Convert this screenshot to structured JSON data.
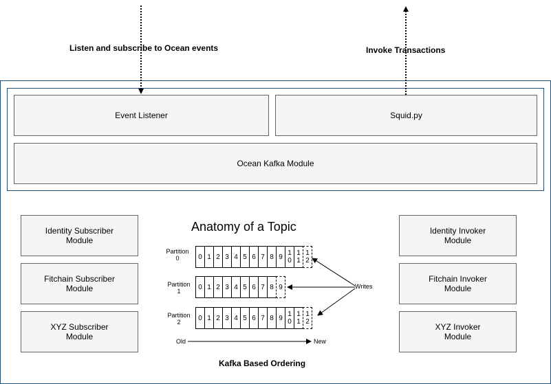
{
  "top": {
    "listen_label": "Listen and subscribe to Ocean events",
    "invoke_label": "Invoke Transactions"
  },
  "modules": {
    "event_listener": "Event Listener",
    "squid": "Squid.py",
    "kafka": "Ocean Kafka Module"
  },
  "subscribers": [
    {
      "line1": "Identity Subscriber",
      "line2": "Module"
    },
    {
      "line1": "Fitchain Subscriber",
      "line2": "Module"
    },
    {
      "line1": "XYZ Subscriber",
      "line2": "Module"
    }
  ],
  "invokers": [
    {
      "line1": "Identity Invoker",
      "line2": "Module"
    },
    {
      "line1": "Fitchain Invoker",
      "line2": "Module"
    },
    {
      "line1": "XYZ Invoker",
      "line2": "Module"
    }
  ],
  "topic": {
    "title": "Anatomy of a Topic",
    "partitions": [
      {
        "line1": "Partition",
        "line2": "0",
        "cells": [
          "0",
          "1",
          "2",
          "3",
          "4",
          "5",
          "6",
          "7",
          "8",
          "9",
          "1\n0",
          "1\n1"
        ],
        "dashed": "1\n2"
      },
      {
        "line1": "Partition",
        "line2": "1",
        "cells": [
          "0",
          "1",
          "2",
          "3",
          "4",
          "5",
          "6",
          "7",
          "8"
        ],
        "dashed": "9"
      },
      {
        "line1": "Partition",
        "line2": "2",
        "cells": [
          "0",
          "1",
          "2",
          "3",
          "4",
          "5",
          "6",
          "7",
          "8",
          "9",
          "1\n0",
          "1\n1"
        ],
        "dashed": "1\n2"
      }
    ],
    "writes_label": "Writes",
    "old_label": "Old",
    "new_label": "New",
    "caption": "Kafka Based Ordering"
  }
}
